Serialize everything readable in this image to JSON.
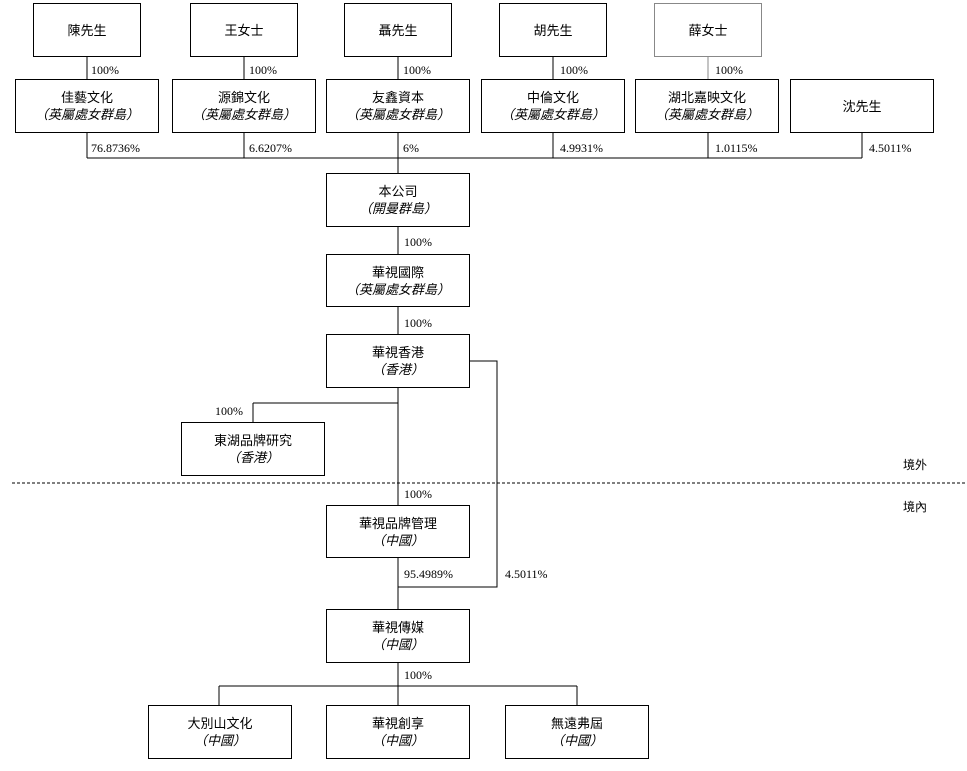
{
  "shareholders": [
    {
      "name": "陳先生",
      "pct": "100%"
    },
    {
      "name": "王女士",
      "pct": "100%"
    },
    {
      "name": "聶先生",
      "pct": "100%"
    },
    {
      "name": "胡先生",
      "pct": "100%"
    },
    {
      "name": "薛女士",
      "pct": "100%"
    }
  ],
  "holding_entities": [
    {
      "name": "佳藝文化",
      "jurisdiction": "（英屬處女群島）",
      "pct": "76.8736%"
    },
    {
      "name": "源錦文化",
      "jurisdiction": "（英屬處女群島）",
      "pct": "6.6207%"
    },
    {
      "name": "友鑫資本",
      "jurisdiction": "（英屬處女群島）",
      "pct": "6%"
    },
    {
      "name": "中倫文化",
      "jurisdiction": "（英屬處女群島）",
      "pct": "4.9931%"
    },
    {
      "name": "湖北嘉映文化",
      "jurisdiction": "（英屬處女群島）",
      "pct": "1.0115%"
    },
    {
      "name": "沈先生",
      "jurisdiction": "",
      "pct": "4.5011%"
    }
  ],
  "company": {
    "name": "本公司",
    "jurisdiction": "（開曼群島）"
  },
  "intl": {
    "name": "華視國際",
    "jurisdiction": "（英屬處女群島）",
    "pct_from_company": "100%"
  },
  "hk": {
    "name": "華視香港",
    "jurisdiction": "（香港）",
    "pct_from_intl": "100%"
  },
  "donghu": {
    "name": "東湖品牌研究",
    "jurisdiction": "（香港）",
    "pct": "100%"
  },
  "brand_mgmt": {
    "name": "華視品牌管理",
    "jurisdiction": "（中國）",
    "pct": "100%"
  },
  "media": {
    "name": "華視傳媒",
    "jurisdiction": "（中國）",
    "pct_from_brand": "95.4989%",
    "pct_from_hk": "4.5011%"
  },
  "subsidiaries_pct": "100%",
  "subsidiaries": [
    {
      "name": "大別山文化",
      "jurisdiction": "（中國）"
    },
    {
      "name": "華視創享",
      "jurisdiction": "（中國）"
    },
    {
      "name": "無遠弗屆",
      "jurisdiction": "（中國）"
    }
  ],
  "regions": {
    "offshore": "境外",
    "onshore": "境內"
  }
}
